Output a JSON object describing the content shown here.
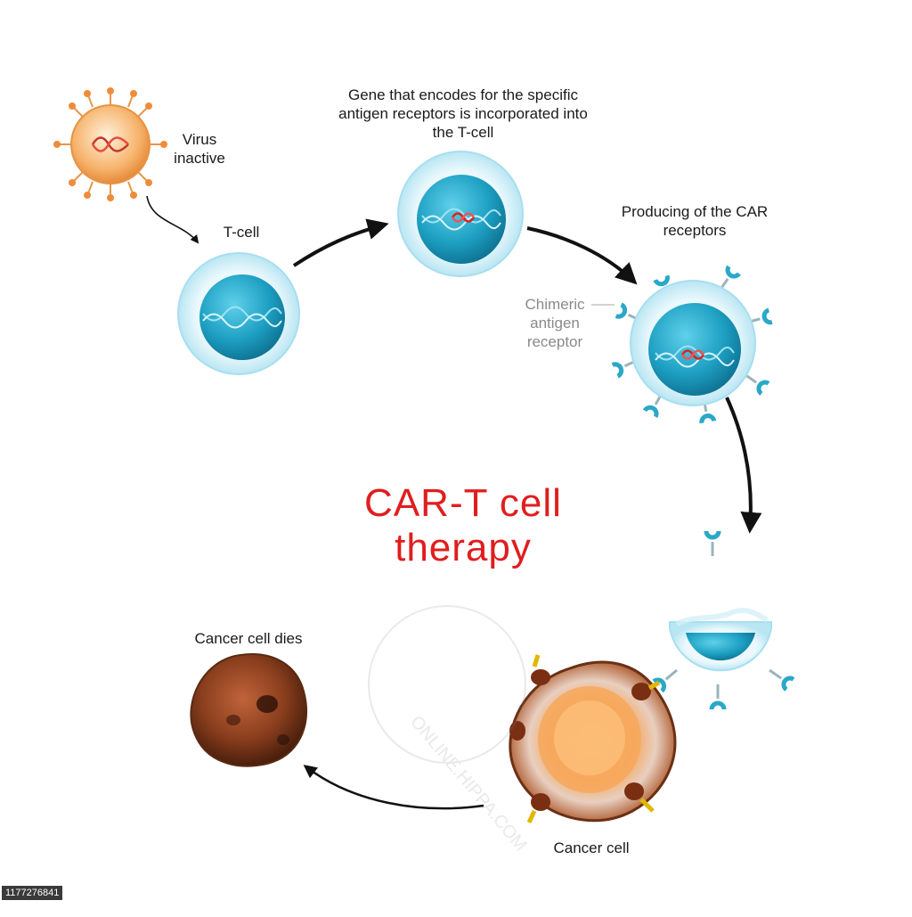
{
  "labels": {
    "virus": "Virus inactive",
    "tcell": "T-cell",
    "gene": "Gene that encodes for the specific antigen receptors is incorporated into the T-cell",
    "producing": "Producing of the CAR receptors",
    "car": "Chimeric antigen receptor",
    "title_line1": "CAR-T cell",
    "title_line2": "therapy",
    "cancer_dies": "Cancer cell dies",
    "cancer_cell": "Cancer cell"
  },
  "watermark": "ONLINE.HIPPA.COM",
  "stock_id": "1177276841",
  "colors": {
    "title": "#e01e1e",
    "tcell_nucleus": "#1fa3c4",
    "tcell_membrane": "#c8ecf6",
    "receptor": "#2aa8c8",
    "virus": "#f0a050",
    "cancer": "#a0522d",
    "arrow": "#111111"
  }
}
